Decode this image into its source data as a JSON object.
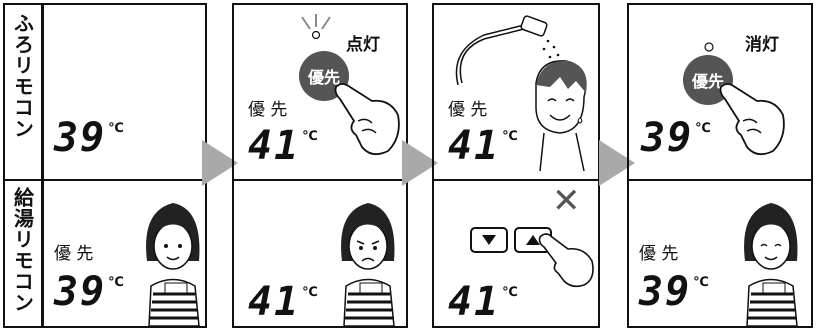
{
  "rows": {
    "bath_remote": "ふろリモコン",
    "kitchen_remote": "給湯リモコン"
  },
  "unit": "℃",
  "priority_label": "優 先",
  "priority_button": "優先",
  "panels": [
    {
      "bath_temp": "39",
      "kitchen_temp": "39",
      "bath_priority": "",
      "kitchen_priority": "優 先",
      "status": ""
    },
    {
      "bath_temp": "41",
      "kitchen_temp": "41",
      "bath_priority": "優 先",
      "kitchen_priority": "",
      "status": "点灯"
    },
    {
      "bath_temp": "41",
      "kitchen_temp": "41",
      "bath_priority": "優 先",
      "kitchen_priority": "",
      "status": ""
    },
    {
      "bath_temp": "39",
      "kitchen_temp": "39",
      "bath_priority": "",
      "kitchen_priority": "優 先",
      "status": "消灯"
    }
  ],
  "arrow_buttons": [
    "down-triangle",
    "up-triangle"
  ],
  "colors": {
    "line": "#111111",
    "button": "#555555",
    "flow_arrow": "#a9a9a9"
  }
}
